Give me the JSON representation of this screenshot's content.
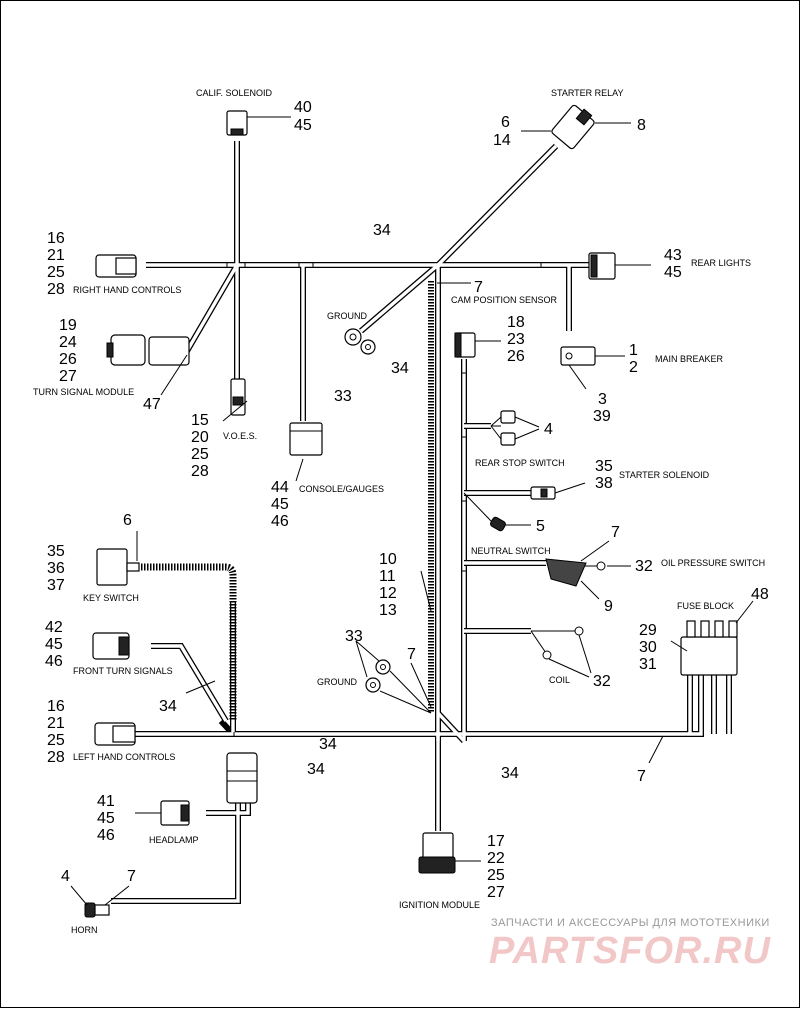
{
  "labels": {
    "calif_solenoid": "CALIF. SOLENOID",
    "starter_relay": "STARTER RELAY",
    "right_hand_controls": "RIGHT HAND CONTROLS",
    "rear_lights": "REAR LIGHTS",
    "ground_top": "GROUND",
    "cam_position_sensor": "CAM POSITION SENSOR",
    "turn_signal_module": "TURN SIGNAL MODULE",
    "main_breaker": "MAIN BREAKER",
    "voes": "V.O.E.S.",
    "console_gauges": "CONSOLE/GAUGES",
    "rear_stop_switch": "REAR STOP SWITCH",
    "starter_solenoid": "STARTER SOLENOID",
    "neutral_switch": "NEUTRAL SWITCH",
    "oil_pressure_switch": "OIL PRESSURE SWITCH",
    "key_switch": "KEY SWITCH",
    "fuse_block": "FUSE BLOCK",
    "front_turn_signals": "FRONT TURN SIGNALS",
    "coil": "COIL",
    "ground_bottom": "GROUND",
    "left_hand_controls": "LEFT HAND CONTROLS",
    "headlamp": "HEADLAMP",
    "horn": "HORN",
    "ignition_module": "IGNITION MODULE"
  },
  "numbers": {
    "calif_a": "40",
    "calif_b": "45",
    "starter_a": "6",
    "starter_b": "14",
    "starter_c": "8",
    "rhc_a": "16",
    "rhc_b": "21",
    "rhc_c": "25",
    "rhc_d": "28",
    "harness_top": "34",
    "rear_a": "43",
    "rear_b": "45",
    "cam_7": "7",
    "cam_a": "18",
    "cam_b": "23",
    "cam_c": "26",
    "tsm_a": "19",
    "tsm_b": "24",
    "tsm_c": "26",
    "tsm_d": "27",
    "tsm_47": "47",
    "ground_33_top": "33",
    "harness_34_mid": "34",
    "mb_a": "1",
    "mb_b": "2",
    "mb_c": "3",
    "mb_d": "39",
    "voes_a": "15",
    "voes_b": "20",
    "voes_c": "25",
    "voes_d": "28",
    "rss_4": "4",
    "con_a": "44",
    "con_b": "45",
    "con_c": "46",
    "ss_a": "35",
    "ss_b": "38",
    "ns_5": "5",
    "key_6": "6",
    "key_a": "35",
    "key_b": "36",
    "key_c": "37",
    "ops_7": "7",
    "ops_32": "32",
    "ops_9": "9",
    "mid_a": "10",
    "mid_b": "11",
    "mid_c": "12",
    "mid_d": "13",
    "fb_a": "29",
    "fb_b": "30",
    "fb_c": "31",
    "fb_48": "48",
    "fts_a": "42",
    "fts_b": "45",
    "fts_c": "46",
    "ground_33_bot": "33",
    "gnd_7": "7",
    "fts_34": "34",
    "coil_32": "32",
    "lhc_a": "16",
    "lhc_b": "21",
    "lhc_c": "25",
    "lhc_d": "28",
    "h34_a": "34",
    "h34_b": "34",
    "h34_c": "34",
    "right_7": "7",
    "hl_a": "41",
    "hl_b": "45",
    "hl_c": "46",
    "ig_a": "17",
    "ig_b": "22",
    "ig_c": "25",
    "ig_d": "27",
    "horn_4": "4",
    "horn_7": "7"
  },
  "watermark": {
    "line1": "ЗАПЧАСТИ И АКСЕССУАРЫ ДЛЯ МОТОТЕХНИКИ",
    "line2": "PARTSFOR.RU"
  }
}
